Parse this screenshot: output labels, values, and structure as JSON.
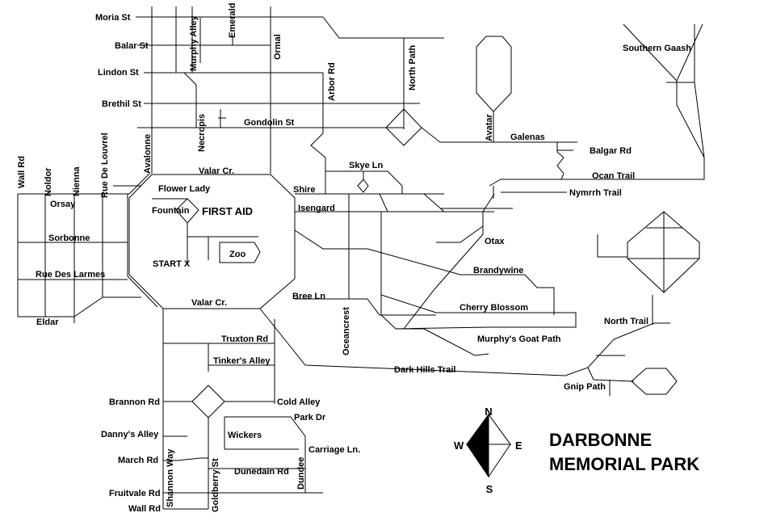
{
  "title": {
    "line1": "DARBONNE",
    "line2": "MEMORIAL PARK"
  },
  "compass": {
    "n": "N",
    "s": "S",
    "e": "E",
    "w": "W"
  },
  "labels": {
    "moria": "Moria St",
    "balar": "Balar St",
    "lindon": "Lindon St",
    "brethil": "Brethil St",
    "gondolin": "Gondolin St",
    "murphy_alley": "Murphy Alley",
    "emerald": "Emerald",
    "ormal": "Ormal",
    "arbor": "Arbor Rd",
    "north_path": "North Path",
    "necropis": "Necropis",
    "avalonne": "Avalonne",
    "valar_top": "Valar Cr.",
    "valar_bottom": "Valar Cr.",
    "wall_rd_left": "Wall Rd",
    "noldor": "Noldor",
    "nienna": "Nienna",
    "rue_de_louvrel": "Rue De Louvrel",
    "orsay": "Orsay",
    "sorbonne": "Sorbonne",
    "rue_des_larmes": "Rue Des Larmes",
    "eldar": "Eldar",
    "flower_lady": "Flower Lady",
    "fountain": "Fountain",
    "first_aid": "FIRST AID",
    "start_x": "START X",
    "zoo": "Zoo",
    "shire": "Shire",
    "isengard": "Isengard",
    "skye": "Skye Ln",
    "bree": "Bree Ln",
    "oceancrest": "Oceancrest",
    "avatar": "Avatar",
    "galenas": "Galenas",
    "balgar": "Balgar Rd",
    "ocan_trail": "Ocan Trail",
    "nymrrh": "Nymrrh Trail",
    "southern_gaash": "Southern Gaash",
    "otax": "Otax",
    "brandywine": "Brandywine",
    "cherry_blossom": "Cherry Blossom",
    "murphys_goat": "Murphy's Goat Path",
    "north_trail": "North Trail",
    "dark_hills": "Dark Hills Trail",
    "gnip": "Gnip Path",
    "truxton": "Truxton Rd",
    "tinkers": "Tinker's Alley",
    "brannon": "Brannon Rd",
    "cold_alley": "Cold Alley",
    "park_dr": "Park Dr",
    "dannys": "Danny's Alley",
    "wickers": "Wickers",
    "carriage": "Carriage Ln.",
    "march": "March  Rd",
    "shannon": "Shannon Way",
    "goldberry": "Goldberry St",
    "dunedain": "Dunedain Rd",
    "dundee": "Dundee",
    "fruitvale": "Fruitvale Rd",
    "wall_rd_bottom": "Wall Rd"
  },
  "icons": {
    "compass": "compass-rose-icon"
  }
}
